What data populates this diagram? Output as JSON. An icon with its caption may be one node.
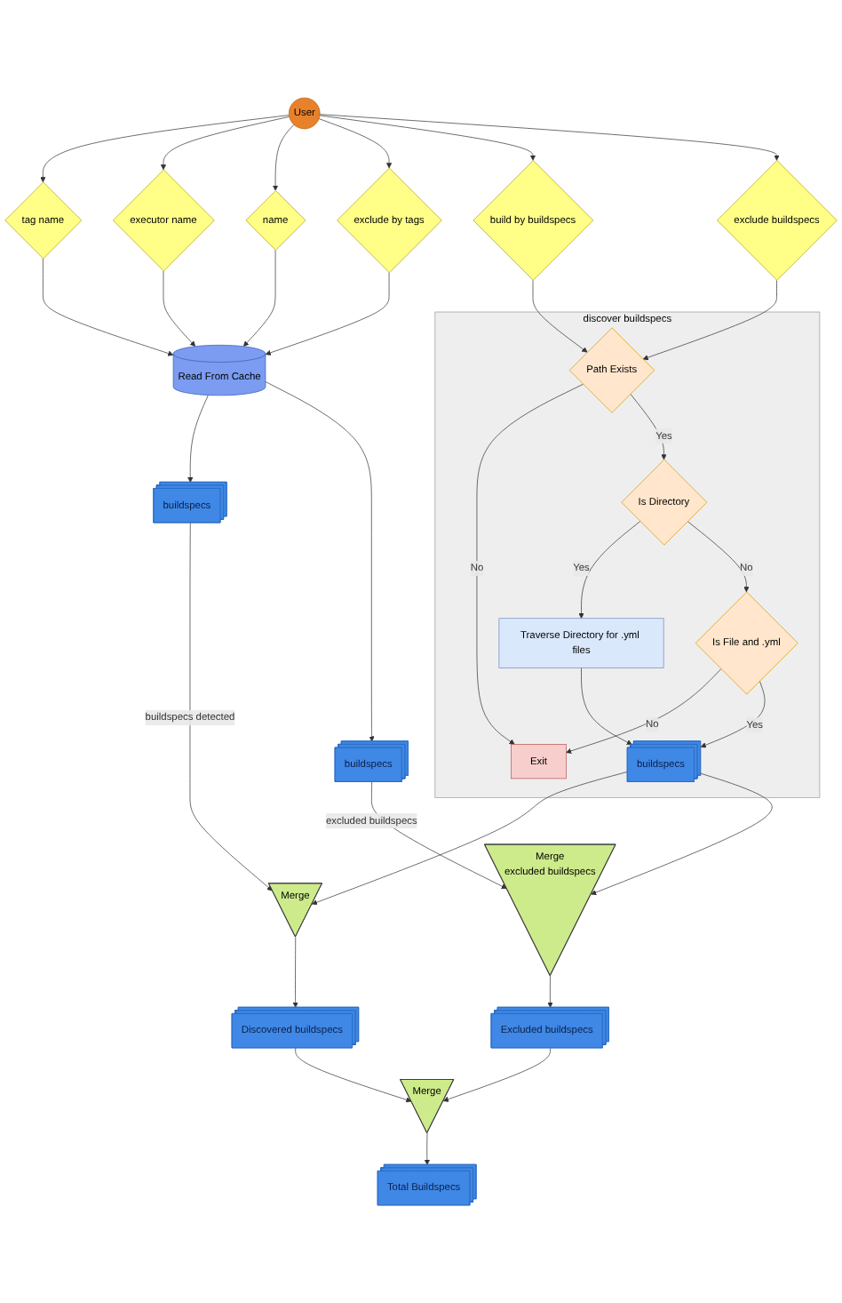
{
  "diagram": {
    "nodes": [
      {
        "text": [
          "User"
        ]
      },
      {
        "text": [
          "tag name"
        ]
      },
      {
        "text": [
          "executor name"
        ]
      },
      {
        "text": [
          "name"
        ]
      },
      {
        "text": [
          "exclude by tags"
        ]
      },
      {
        "text": [
          "build by buildspecs"
        ]
      },
      {
        "text": [
          "exclude buildspecs"
        ]
      },
      {
        "text": [
          "Read From Cache"
        ]
      },
      {
        "text": [
          "buildspecs"
        ]
      },
      {
        "text": [
          "buildspecs"
        ]
      },
      {
        "text": [
          "discover buildspecs"
        ]
      },
      {
        "text": [
          "Path Exists"
        ],
        "in": 10
      },
      {
        "text": [
          "Exit"
        ],
        "in": 10
      },
      {
        "text": [
          "Is Directory"
        ],
        "in": 10
      },
      {
        "text": [
          "Traverse Directory for .yml files"
        ],
        "in": 10
      },
      {
        "text": [
          "Is File and .yml"
        ],
        "in": 10
      },
      {
        "text": [
          "buildspecs"
        ],
        "in": 10
      },
      {
        "text": [
          "Merge"
        ]
      },
      {
        "text": [
          "Merge",
          "excluded buildspecs"
        ]
      },
      {
        "text": [
          "Discovered buildspecs"
        ]
      },
      {
        "text": [
          "Excluded buildspecs"
        ]
      },
      {
        "text": [
          "Merge"
        ]
      },
      {
        "text": [
          "Total Buildspecs"
        ]
      }
    ],
    "edges": [
      {
        "from": 0,
        "to": 1,
        "arrow": "to"
      },
      {
        "from": 0,
        "to": 2,
        "arrow": "to"
      },
      {
        "from": 0,
        "to": 3,
        "arrow": "to"
      },
      {
        "from": 0,
        "to": 4,
        "arrow": "to"
      },
      {
        "from": 0,
        "to": 5,
        "arrow": "to"
      },
      {
        "from": 0,
        "to": 6,
        "arrow": "to"
      },
      {
        "from": 1,
        "to": 7,
        "arrow": "to"
      },
      {
        "from": 2,
        "to": 7,
        "arrow": "to"
      },
      {
        "from": 3,
        "to": 7,
        "arrow": "to"
      },
      {
        "from": 4,
        "to": 7,
        "arrow": "to"
      },
      {
        "from": 5,
        "to": 11,
        "arrow": "to"
      },
      {
        "from": 6,
        "to": 11,
        "arrow": "to"
      },
      {
        "from": 7,
        "to": 8,
        "arrow": "to"
      },
      {
        "from": 7,
        "to": 9,
        "arrow": "to"
      },
      {
        "from": 11,
        "to": 12,
        "label": "No",
        "arrow": "to"
      },
      {
        "from": 11,
        "to": 13,
        "label": "Yes",
        "arrow": "to"
      },
      {
        "from": 13,
        "to": 14,
        "label": "Yes",
        "arrow": "to"
      },
      {
        "from": 13,
        "to": 15,
        "label": "No",
        "arrow": "to"
      },
      {
        "from": 15,
        "to": 12,
        "label": "No",
        "arrow": "to"
      },
      {
        "from": 15,
        "to": 16,
        "label": "Yes",
        "arrow": "to"
      },
      {
        "from": 14,
        "to": 16,
        "arrow": "to"
      },
      {
        "from": 8,
        "to": 17,
        "label": "buildspecs detected",
        "arrow": "to"
      },
      {
        "from": 16,
        "to": 17,
        "arrow": "to"
      },
      {
        "from": 9,
        "to": 18,
        "label": "excluded buildspecs",
        "arrow": "to"
      },
      {
        "from": 16,
        "to": 18,
        "arrow": "to"
      },
      {
        "from": 17,
        "to": 19,
        "arrow": "to"
      },
      {
        "from": 18,
        "to": 20,
        "arrow": "to"
      },
      {
        "from": 19,
        "to": 21,
        "arrow": "to"
      },
      {
        "from": 20,
        "to": 21,
        "arrow": "to"
      },
      {
        "from": 21,
        "to": 22,
        "arrow": "to"
      }
    ]
  }
}
